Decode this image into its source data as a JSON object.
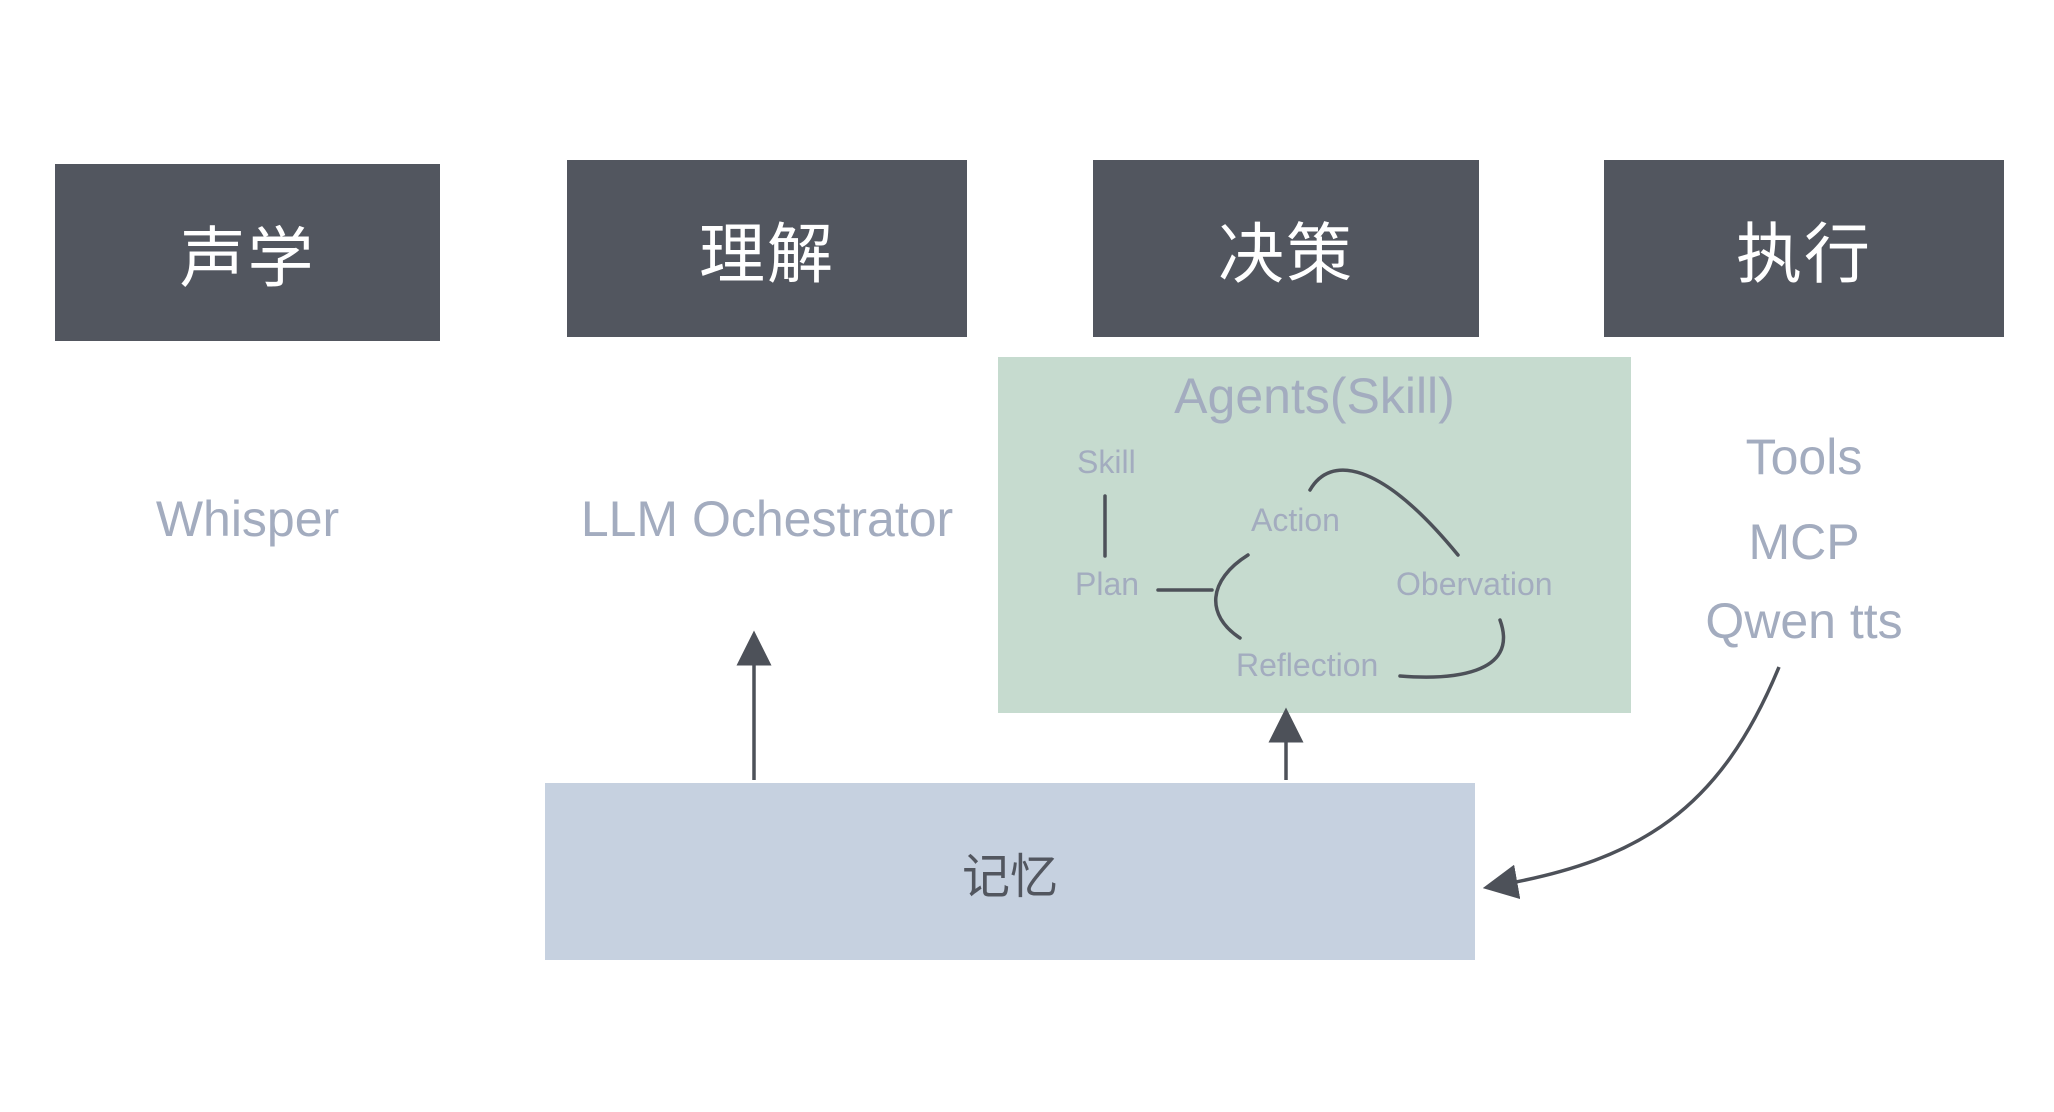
{
  "stages": {
    "acoustic": "声学",
    "understanding": "理解",
    "decision": "决策",
    "execution": "执行"
  },
  "labels": {
    "whisper": "Whisper",
    "llm": "LLM Ochestrator",
    "tools": "Tools",
    "mcp": "MCP",
    "tts": "Qwen tts"
  },
  "agents": {
    "title": "Agents(Skill)",
    "skill": "Skill",
    "plan": "Plan",
    "action": "Action",
    "observation": "Obervation",
    "reflection": "Reflection"
  },
  "memory": {
    "label": "记忆"
  },
  "colors": {
    "stage_fill": "#52565f",
    "agents_fill": "#c6dbcf",
    "memory_fill": "#c6d1e0",
    "muted_text": "#a3acbf"
  }
}
